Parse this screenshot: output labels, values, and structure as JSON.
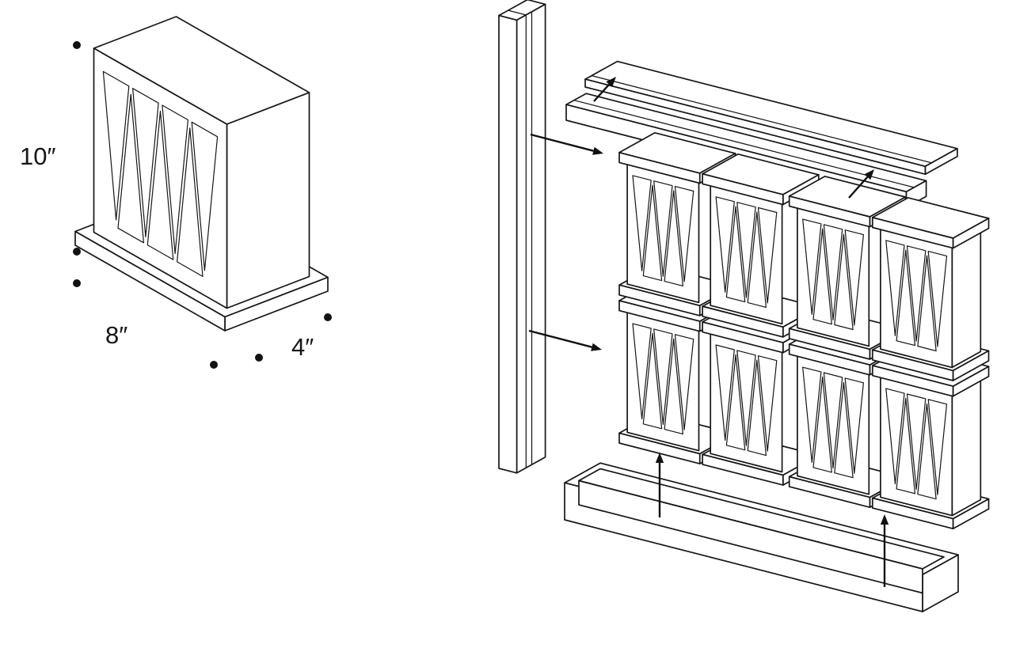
{
  "figure": {
    "single_block": {
      "height_label": "10″",
      "width_label": "8″",
      "depth_label": "4″"
    }
  }
}
